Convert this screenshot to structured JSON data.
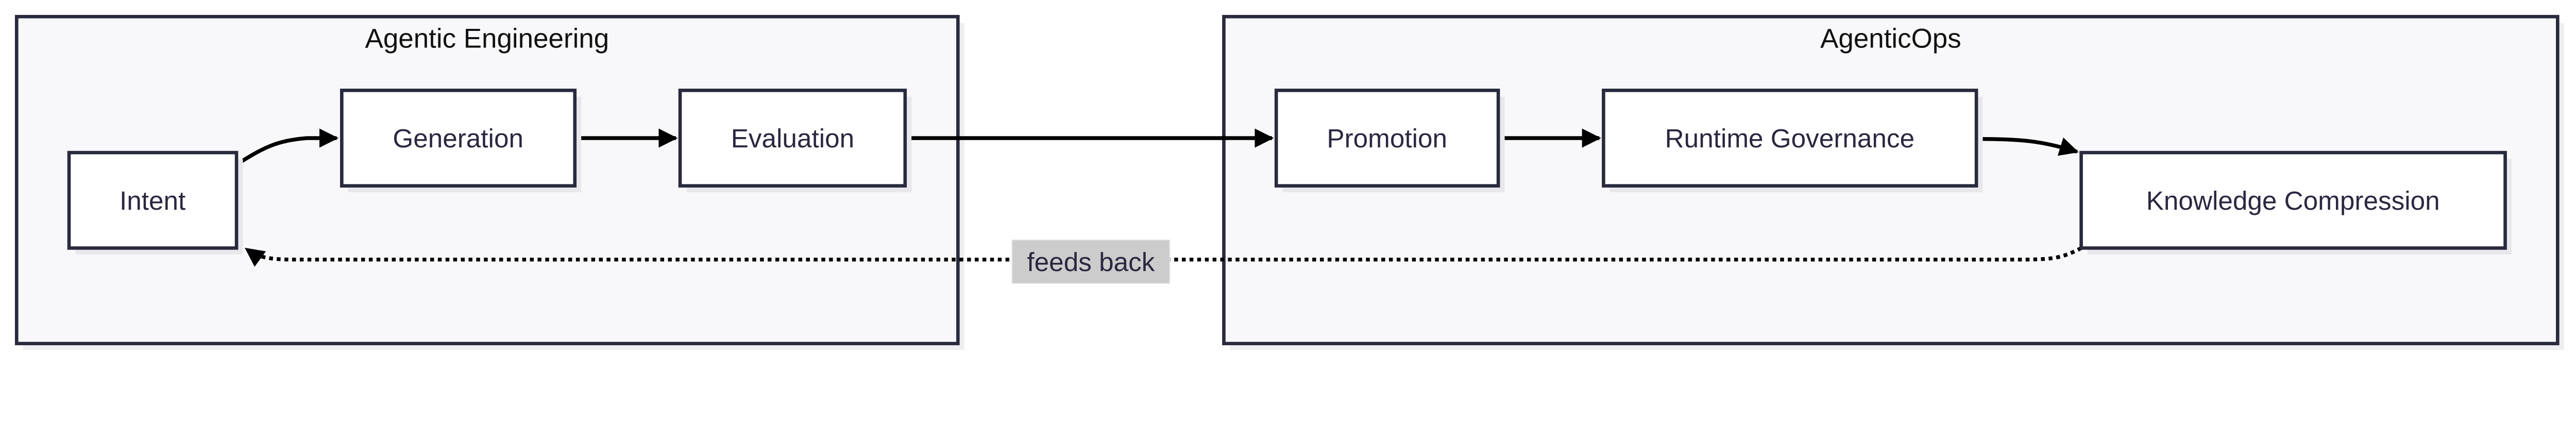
{
  "colors": {
    "border": "#2a2a3e",
    "group_fill": "#f8f8fa",
    "node_fill": "#ffffff",
    "shadow": "#e8e8ec",
    "edge": "#000000",
    "edge_label_bg": "#cccccc"
  },
  "groups": [
    {
      "title": "Agentic Engineering"
    },
    {
      "title": "AgenticOps"
    }
  ],
  "nodes": {
    "intent": "Intent",
    "generation": "Generation",
    "evaluation": "Evaluation",
    "promotion": "Promotion",
    "runtime_governance": "Runtime Governance",
    "knowledge_compression": "Knowledge Compression"
  },
  "edges": [
    {
      "from": "Intent",
      "to": "Generation",
      "style": "solid"
    },
    {
      "from": "Generation",
      "to": "Evaluation",
      "style": "solid"
    },
    {
      "from": "Evaluation",
      "to": "Promotion",
      "style": "solid"
    },
    {
      "from": "Promotion",
      "to": "Runtime Governance",
      "style": "solid"
    },
    {
      "from": "Runtime Governance",
      "to": "Knowledge Compression",
      "style": "solid"
    },
    {
      "from": "Knowledge Compression",
      "to": "Intent",
      "style": "dotted",
      "label": "feeds back"
    }
  ],
  "edge_label": "feeds back"
}
